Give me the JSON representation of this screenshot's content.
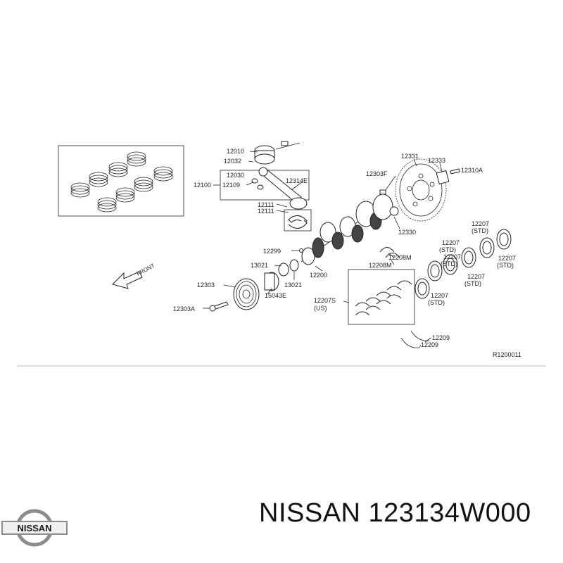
{
  "diagram": {
    "reference_code": "R1200011",
    "front_label": "FRONT",
    "part_labels": [
      "12010",
      "12032",
      "12030",
      "12100",
      "12109",
      "12314E",
      "12111",
      "12111",
      "12331",
      "12333",
      "12310A",
      "12303F",
      "12330",
      "12299",
      "13021",
      "13021",
      "12200",
      "12208M",
      "12208M",
      "12303",
      "15043E",
      "12303A",
      "12207S",
      "(US)",
      "12207",
      "(STD)",
      "12207",
      "(STD)",
      "12207",
      "(STD)",
      "12207",
      "(STD)",
      "12207",
      "(STD)",
      "12207",
      "(STD)",
      "12209",
      "12209"
    ]
  },
  "brand": {
    "logo_text": "NISSAN"
  },
  "caption": {
    "text": "NISSAN 123134W000"
  },
  "colors": {
    "line": "#222222",
    "background": "#ffffff",
    "logo_ring": "#8c8c8c"
  }
}
